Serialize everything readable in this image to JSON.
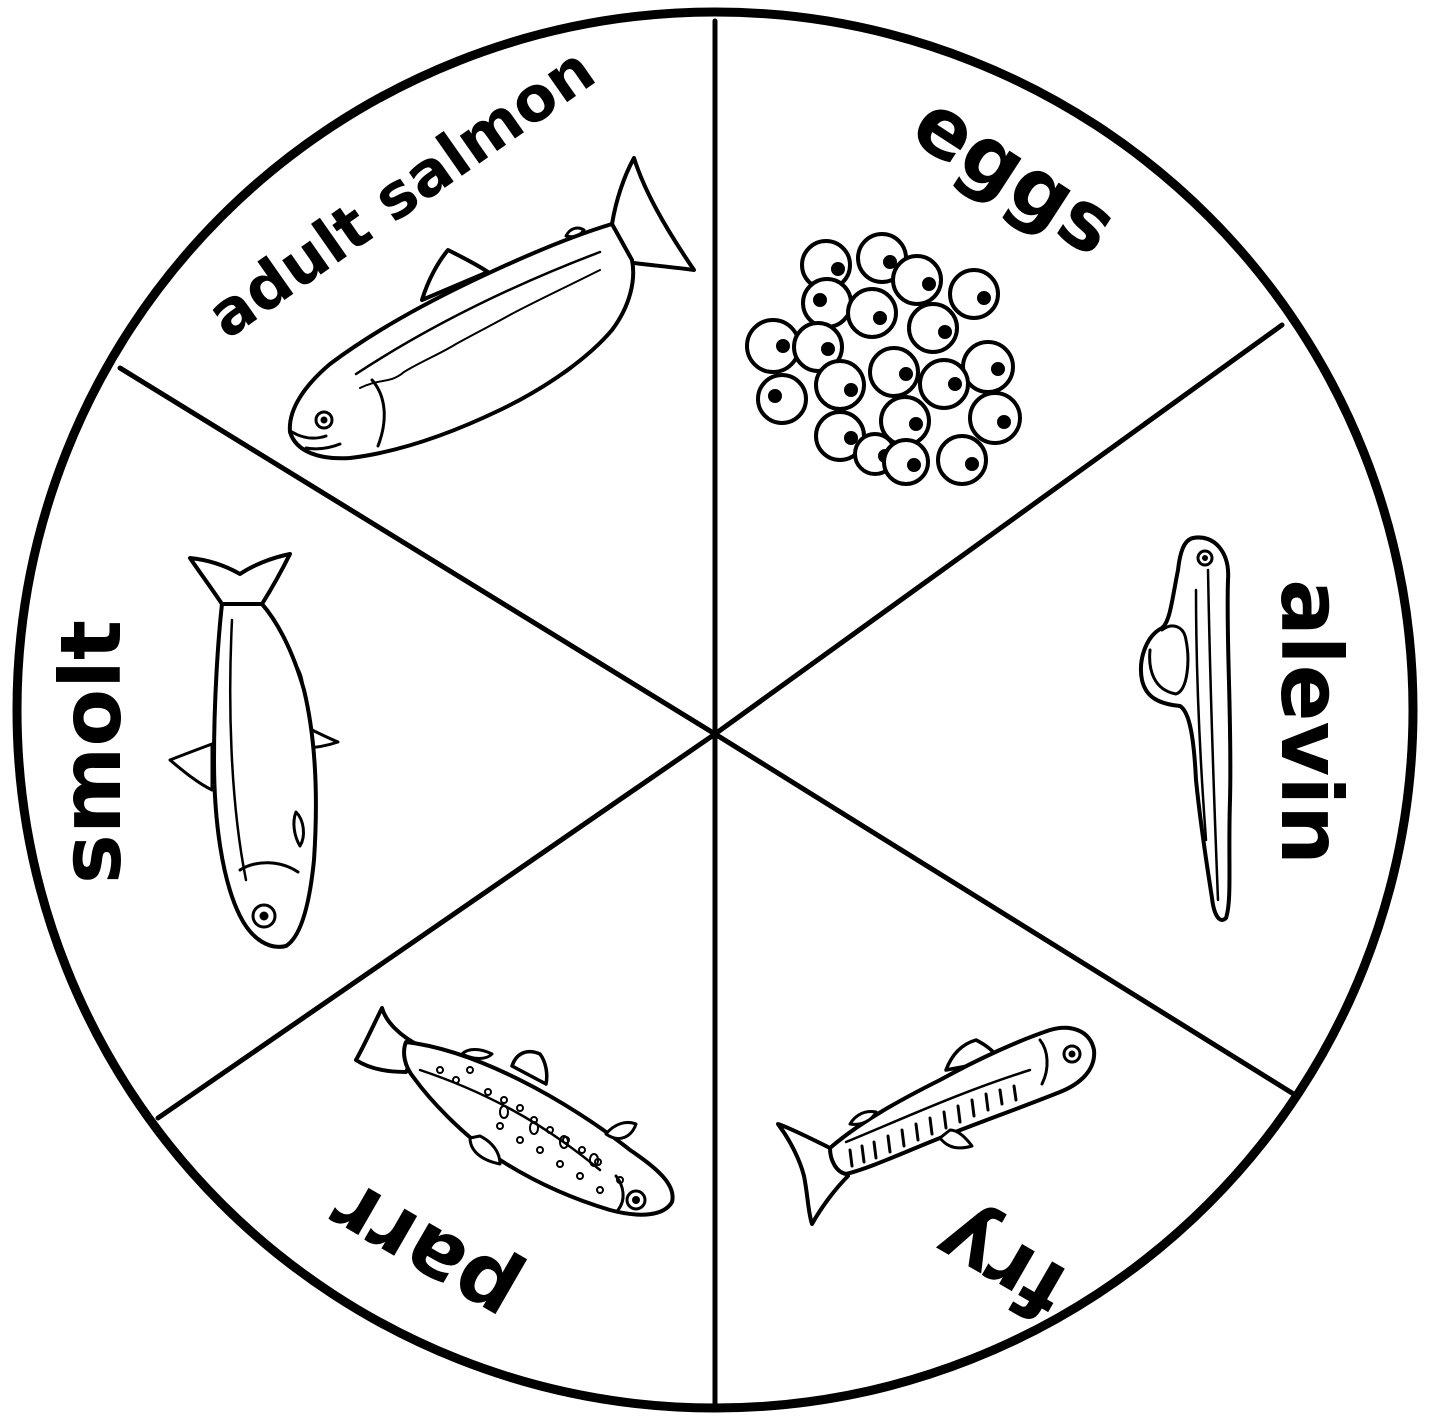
{
  "wheel": {
    "stages": [
      {
        "id": "eggs",
        "label": "eggs",
        "icon": "salmon-eggs-icon"
      },
      {
        "id": "alevin",
        "label": "alevin",
        "icon": "alevin-icon"
      },
      {
        "id": "fry",
        "label": "fry",
        "icon": "fry-icon"
      },
      {
        "id": "parr",
        "label": "parr",
        "icon": "parr-icon"
      },
      {
        "id": "smolt",
        "label": "smolt",
        "icon": "smolt-icon"
      },
      {
        "id": "adult",
        "label": "adult salmon",
        "icon": "adult-salmon-icon"
      }
    ],
    "colors": {
      "ink": "#000000",
      "paper": "#ffffff"
    }
  }
}
